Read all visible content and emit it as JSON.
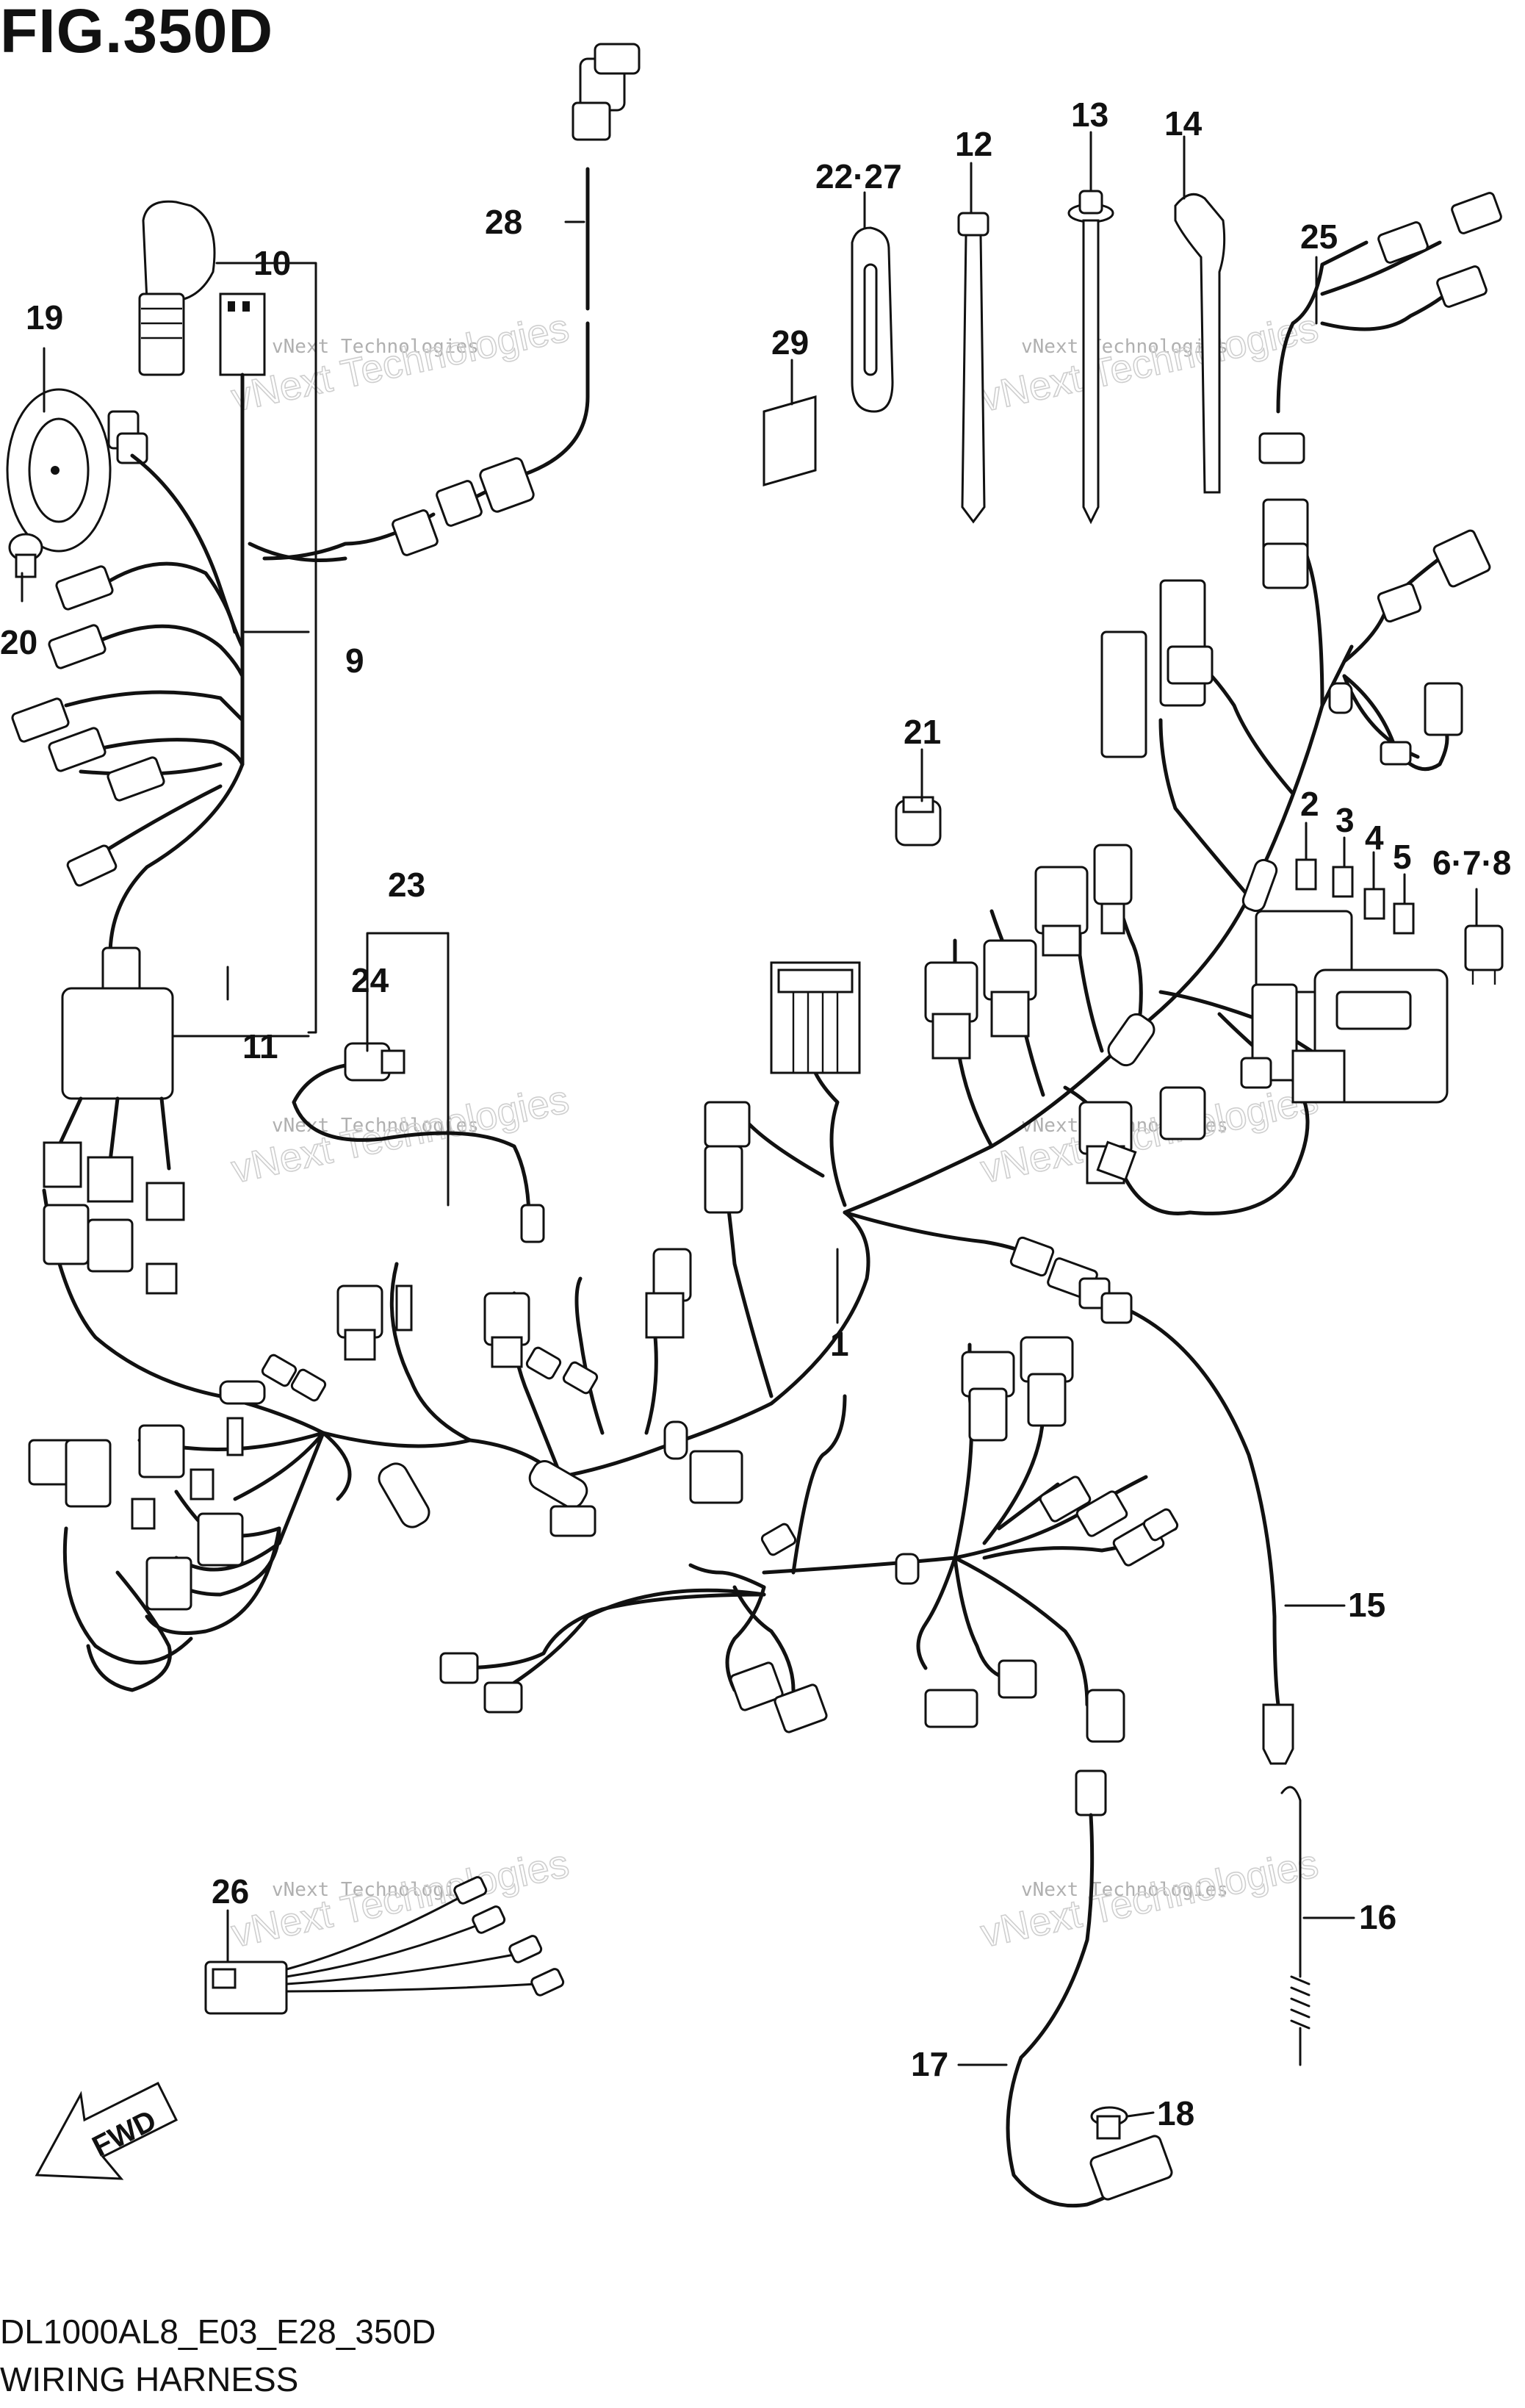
{
  "header": {
    "figure_title": "FIG.350D"
  },
  "footer": {
    "diagram_code": "DL1000AL8_E03_E28_350D",
    "diagram_name": "WIRING HARNESS"
  },
  "watermark": {
    "line1": "vNext Technologies",
    "line2": "vNext Technologies"
  },
  "direction_label": "FWD",
  "callouts": {
    "p1": "1",
    "p2": "2",
    "p3": "3",
    "p4": "4",
    "p5": "5",
    "p678": "6·7·8",
    "p9": "9",
    "p10": "10",
    "p11": "11",
    "p12": "12",
    "p13": "13",
    "p14": "14",
    "p15": "15",
    "p16": "16",
    "p17": "17",
    "p18": "18",
    "p19": "19",
    "p20": "20",
    "p21": "21",
    "p2227": "22·27",
    "p23": "23",
    "p24": "24",
    "p25": "25",
    "p26": "26",
    "p28": "28",
    "p29": "29"
  }
}
